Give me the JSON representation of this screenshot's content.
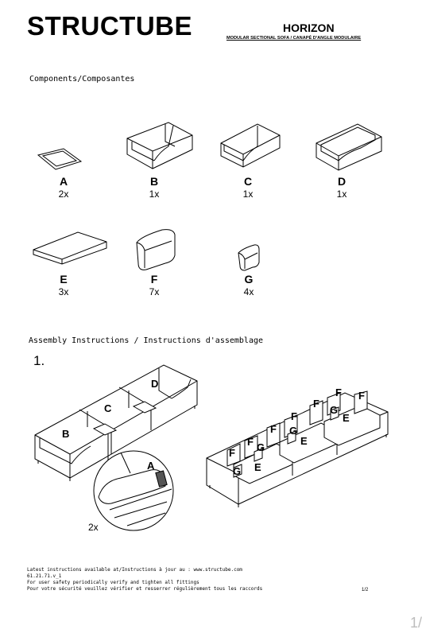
{
  "header": {
    "brand": "STRUCTUBE",
    "product_name": "HORIZON",
    "subtitle": "MODULAR SECTIONAL SOFA / CANAPÉ D'ANGLE MODULAIRE"
  },
  "components": {
    "title": "Components/Composantes",
    "items": [
      {
        "letter": "A",
        "qty": "2x"
      },
      {
        "letter": "B",
        "qty": "1x"
      },
      {
        "letter": "C",
        "qty": "1x"
      },
      {
        "letter": "D",
        "qty": "1x"
      },
      {
        "letter": "E",
        "qty": "3x"
      },
      {
        "letter": "F",
        "qty": "7x"
      },
      {
        "letter": "G",
        "qty": "4x"
      }
    ]
  },
  "assembly": {
    "title": "Assembly Instructions / Instructions d'assemblage",
    "step_number": "1.",
    "frame_labels": {
      "b": "B",
      "c": "C",
      "d": "D"
    },
    "connector_label": "A",
    "connector_qty": "2x",
    "cushion_labels": {
      "f": "F",
      "g": "G",
      "e": "E"
    }
  },
  "footer": {
    "line1": "Latest instructions available at/Instructions à jour au : www.structube.com",
    "line2": "61.21.71.v_1",
    "line3": "For user safety periodically verify and tighten all fittings",
    "line4": "Pour votre sécurité veuillez vérifier et resserrer régulièrement tous les raccords",
    "page": "1/2"
  },
  "viewer": {
    "page_indicator": "1/"
  }
}
